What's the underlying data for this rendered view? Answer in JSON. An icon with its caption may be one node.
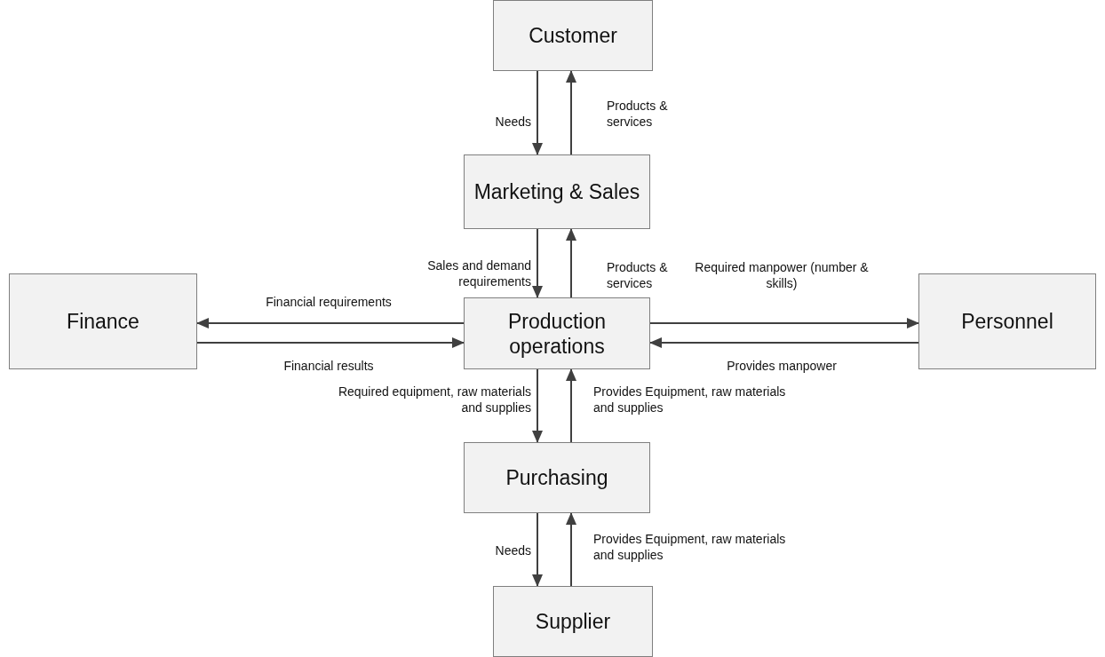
{
  "diagram": {
    "nodes": [
      {
        "text": [
          "Customer"
        ]
      },
      {
        "text": [
          "Marketing & Sales"
        ]
      },
      {
        "text": [
          "Finance"
        ]
      },
      {
        "text": [
          "Production operations"
        ]
      },
      {
        "text": [
          "Personnel"
        ]
      },
      {
        "text": [
          "Purchasing"
        ]
      },
      {
        "text": [
          "Supplier"
        ]
      }
    ],
    "edges": [
      {
        "from": 0,
        "to": 1,
        "arrow": "to",
        "label": "Needs"
      },
      {
        "from": 1,
        "to": 0,
        "arrow": "to",
        "label": "Products & services"
      },
      {
        "from": 1,
        "to": 3,
        "arrow": "to",
        "label": "Sales and demand requirements"
      },
      {
        "from": 3,
        "to": 1,
        "arrow": "to",
        "label": "Products & services"
      },
      {
        "from": 3,
        "to": 2,
        "arrow": "to",
        "label": "Financial requirements"
      },
      {
        "from": 2,
        "to": 3,
        "arrow": "to",
        "label": "Financial results"
      },
      {
        "from": 3,
        "to": 4,
        "arrow": "to",
        "label": "Required manpower (number & skills)"
      },
      {
        "from": 4,
        "to": 3,
        "arrow": "to",
        "label": "Provides manpower"
      },
      {
        "from": 3,
        "to": 5,
        "arrow": "to",
        "label": "Required equipment, raw materials and supplies"
      },
      {
        "from": 5,
        "to": 3,
        "arrow": "to",
        "label": "Provides Equipment, raw materials and supplies"
      },
      {
        "from": 5,
        "to": 6,
        "arrow": "to",
        "label": "Needs"
      },
      {
        "from": 6,
        "to": 5,
        "arrow": "to",
        "label": "Provides Equipment, raw materials and supplies"
      }
    ]
  }
}
